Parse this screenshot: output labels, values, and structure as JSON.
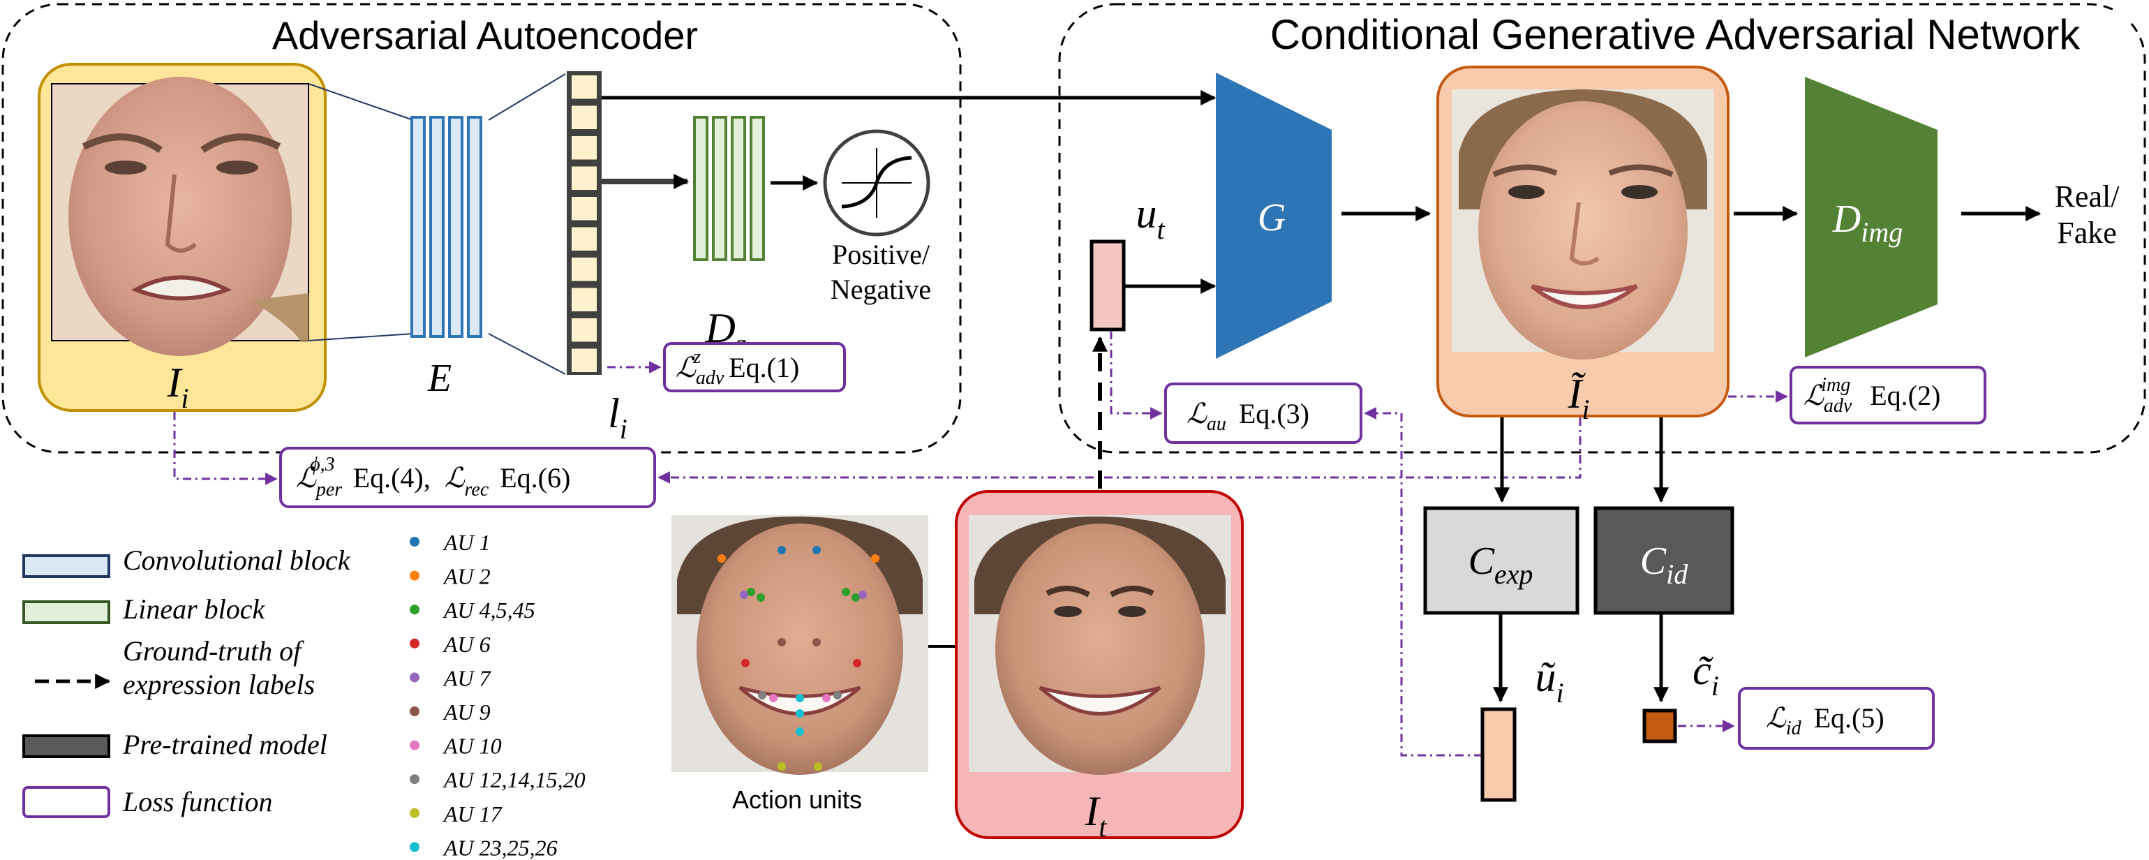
{
  "sections": {
    "left_title": "Adversarial Autoencoder",
    "right_title": "Conditional Generative Adversarial Network"
  },
  "nodes": {
    "input_label": "I",
    "input_sub": "i",
    "encoder": "E",
    "latent": "l",
    "latent_sub": "i",
    "dz": "D",
    "dz_sub": "z",
    "dz_out1": "Positive/",
    "dz_out2": "Negative",
    "ut": "u",
    "ut_sub": "t",
    "generator": "G",
    "dimg": "D",
    "dimg_sub": "img",
    "dimg_out1": "Real/",
    "dimg_out2": "Fake",
    "gen_label": "Ĩ",
    "gen_sub": "i",
    "cexp": "C",
    "cexp_sub": "exp",
    "cid": "C",
    "cid_sub": "id",
    "u_tilde": "ũ",
    "u_tilde_sub": "i",
    "c_tilde": "c̃",
    "c_tilde_sub": "i",
    "target_label": "I",
    "target_sub": "t",
    "action_units": "Action units"
  },
  "losses": {
    "adv_z": {
      "symbol": "ℒ",
      "sup": "z",
      "sub": "adv",
      "eq": "Eq.(1)"
    },
    "adv_img": {
      "symbol": "ℒ",
      "sup": "img",
      "sub": "adv",
      "eq": "Eq.(2)"
    },
    "au": {
      "symbol": "ℒ",
      "sub": "au",
      "eq": "Eq.(3)"
    },
    "per": {
      "symbol": "ℒ",
      "sup": "ϕ,3",
      "sub": "per",
      "eq": "Eq.(4),",
      "symbol2": "ℒ",
      "sub2": "rec",
      "eq2": "Eq.(6)"
    },
    "id": {
      "symbol": "ℒ",
      "sub": "id",
      "eq": "Eq.(5)"
    }
  },
  "legend": [
    {
      "label": "Convolutional block",
      "fill": "#dbe9f7",
      "stroke": "#2e75b6"
    },
    {
      "label": "Linear block",
      "fill": "#e2f0d9",
      "stroke": "#548235"
    },
    {
      "label": "Ground-truth of",
      "label2": "expression labels"
    },
    {
      "label": "Pre-trained model",
      "fill": "#595959",
      "stroke": "#000000"
    },
    {
      "label": "Loss function",
      "fill": "#ffffff",
      "stroke": "#7030a0"
    }
  ],
  "au_legend": [
    {
      "label": "AU 1",
      "color": "#1f77b4"
    },
    {
      "label": "AU 2",
      "color": "#ff7f0e"
    },
    {
      "label": "AU 4,5,45",
      "color": "#2ca02c"
    },
    {
      "label": "AU 6",
      "color": "#d62728"
    },
    {
      "label": "AU 7",
      "color": "#9467bd"
    },
    {
      "label": "AU 9",
      "color": "#8c564b"
    },
    {
      "label": "AU 10",
      "color": "#e377c2"
    },
    {
      "label": "AU 12,14,15,20",
      "color": "#7f7f7f"
    },
    {
      "label": "AU 17",
      "color": "#bcbd22"
    },
    {
      "label": "AU 23,25,26",
      "color": "#17becf"
    }
  ],
  "colors": {
    "input_frame": "#ffe699",
    "input_frame_stroke": "#bf9000",
    "target_frame": "#f4b6b6",
    "target_frame_stroke": "#c00000",
    "gen_frame": "#f8cbad",
    "gen_frame_stroke": "#c55a11",
    "generator": "#2e75b6",
    "dimg": "#548235",
    "cexp": "#d9d9d9",
    "cid": "#595959",
    "loss_stroke": "#7030a0",
    "ut_fill": "#f4c7c3",
    "u_tilde_fill": "#f8cbad",
    "c_tilde_fill": "#c55a11"
  }
}
